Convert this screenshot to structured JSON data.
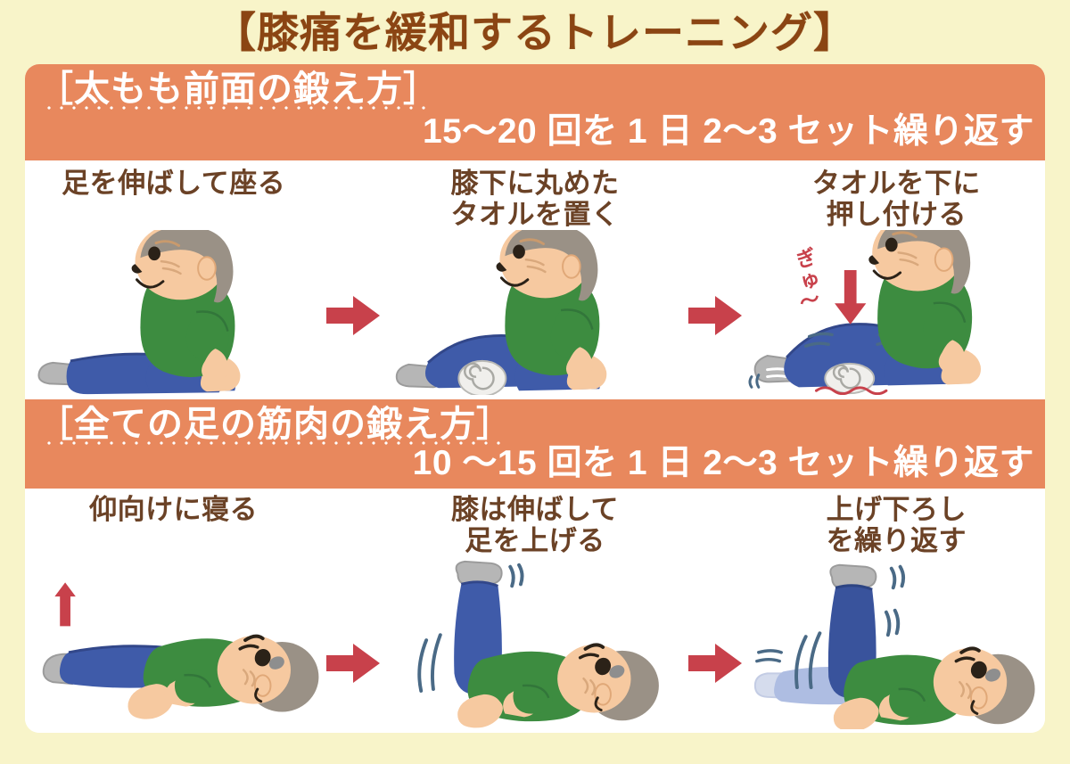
{
  "poster": {
    "title": "【膝痛を緩和するトレーニング】",
    "background_color": "#f8f4c9",
    "card_color": "#ffffff",
    "title_color": "#8b4513",
    "header_color": "#e8885d",
    "caption_color": "#6b4226",
    "arrow_color": "#c8414b"
  },
  "sections": [
    {
      "name": "［太もも前面の鍛え方］",
      "reps": "15〜20 回を 1 日 2〜3 セット繰り返す",
      "steps": [
        {
          "caption_line1": "足を伸ばして座る",
          "caption_line2": "",
          "art": "sitting-legs-extended"
        },
        {
          "caption_line1": "膝下に丸めた",
          "caption_line2": "タオルを置く",
          "art": "sitting-towel-under-knee"
        },
        {
          "caption_line1": "タオルを下に",
          "caption_line2": "押し付ける",
          "art": "pressing-towel-down",
          "annotation": "ぎゅ〜"
        }
      ]
    },
    {
      "name": "［全ての足の筋肉の鍛え方］",
      "reps": "10 〜15 回を 1 日 2〜3 セット繰り返す",
      "steps": [
        {
          "caption_line1": "仰向けに寝る",
          "caption_line2": "",
          "art": "lying-supine"
        },
        {
          "caption_line1": "膝は伸ばして",
          "caption_line2": "足を上げる",
          "art": "leg-raised-straight"
        },
        {
          "caption_line1": "上げ下ろし",
          "caption_line2": "を繰り返す",
          "art": "leg-raise-lower-repeat"
        }
      ]
    }
  ],
  "arrows": {
    "step_arrow": "→"
  },
  "figure_colors": {
    "skin": "#f6c9a0",
    "hair": "#9a9186",
    "shirt": "#3d8c40",
    "pants": "#3f5ba9",
    "pants_dark": "#39539c",
    "pants_ghost": "#aebde2",
    "shoe": "#b6b6b6",
    "towel": "#f0efec",
    "motion_line": "#4a6a86"
  }
}
